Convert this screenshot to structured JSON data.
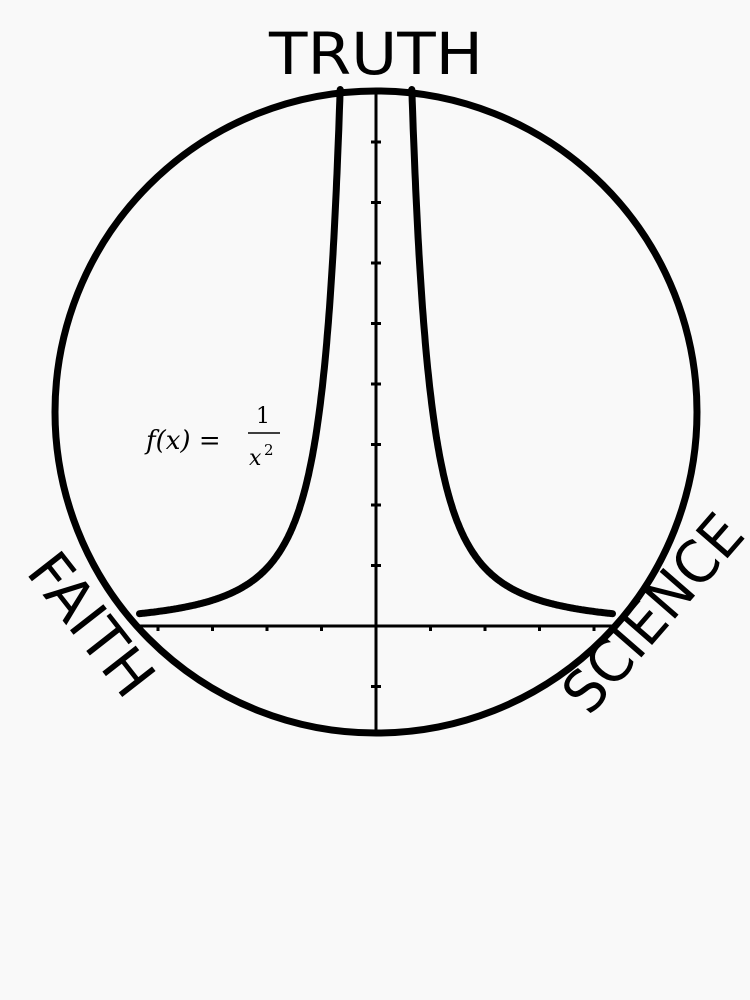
{
  "labels": {
    "top": "TRUTH",
    "left": "FAITH",
    "right": "SCIENCE"
  },
  "formula": {
    "lhs": "f(x) =",
    "numerator": "1",
    "denominator_base": "x",
    "denominator_exponent": "2"
  },
  "colors": {
    "background": "#f9f9f9",
    "ink": "#000000"
  }
}
